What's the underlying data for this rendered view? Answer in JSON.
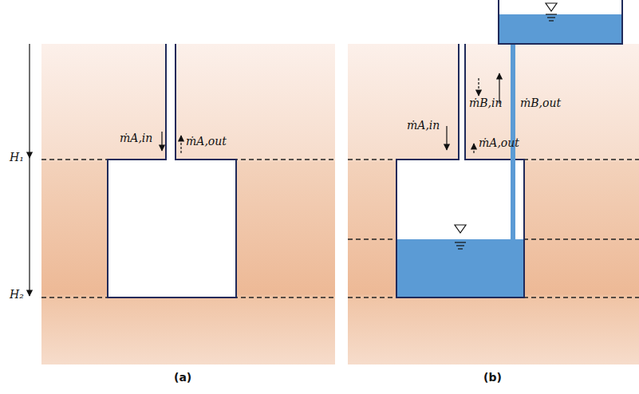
{
  "diagram": {
    "labels": [
      "H₁",
      "H₂",
      "ṁA,in",
      "ṁA,out",
      "(a)",
      "ṁB,in",
      "ṁB,out",
      "ṁA,in",
      "ṁA,out",
      "(b)"
    ]
  }
}
